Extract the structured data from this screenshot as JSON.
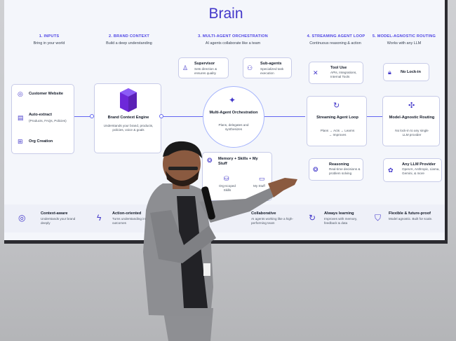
{
  "title": "Brain",
  "columns": [
    {
      "head": "1. INPUTS",
      "sub": "Bring in your world"
    },
    {
      "head": "2. BRAND CONTEXT",
      "sub": "Build a deep understanding"
    },
    {
      "head": "3. MULTI-AGENT ORCHESTRATION",
      "sub": "AI agents collaborate like a team"
    },
    {
      "head": "4. STREAMING AGENT LOOP",
      "sub": "Continuous reasoning & action"
    },
    {
      "head": "5. MODEL-AGNOSTIC ROUTING",
      "sub": "Works with any LLM"
    }
  ],
  "inputs": {
    "customer_website": "Customer Website",
    "auto_extract": "Auto-extract",
    "auto_extract_sub": "(Products, FAQs, Policies)",
    "org_creation": "Org Creation"
  },
  "brand_engine": {
    "title": "Brand Context Engine",
    "sub": "Understands your brand, products, policies, voice & goals"
  },
  "orchestration": {
    "supervisor": "Supervisor",
    "supervisor_sub": "Sets direction & ensures quality",
    "subagents": "Sub-agents",
    "subagents_sub": "Specialized task execution",
    "center_title": "Multi-Agent Orchestration",
    "center_sub": "Plans, delegates and synthesizes",
    "memory": "Memory + Skills + My Stuff",
    "org_skills": "Org-scoped Skills",
    "my_stuff": "My Stuff"
  },
  "loop": {
    "tool_use": "Tool Use",
    "tool_use_sub": "APIs, Integrations, Internal Tools",
    "title": "Streaming Agent Loop",
    "steps": "Plans → Acts → Learns → Improves",
    "reasoning": "Reasoning",
    "reasoning_sub": "Real-time decisions & problem solving"
  },
  "routing": {
    "no_lock": "No Lock-in",
    "title": "Model-Agnostic Routing",
    "sub": "No lock-in to any single LLM provider",
    "any_llm": "Any LLM Provider",
    "any_llm_sub": "OpenAI, Anthropic, Llama, Gemini, & more"
  },
  "bottom": [
    {
      "title": "Context-aware",
      "sub": "Understands your brand deeply"
    },
    {
      "title": "Action-oriented",
      "sub": "Turns understanding into outcomes"
    },
    {
      "title": "Collaborative",
      "sub": "AI agents working like a high-performing team"
    },
    {
      "title": "Always learning",
      "sub": "Improves with memory, feedback & data"
    },
    {
      "title": "Flexible & future-proof",
      "sub": "Model agnostic. Built for scale."
    }
  ],
  "colors": {
    "accent": "#4338ca",
    "line": "#6366f1",
    "cube": "#6d28d9"
  }
}
